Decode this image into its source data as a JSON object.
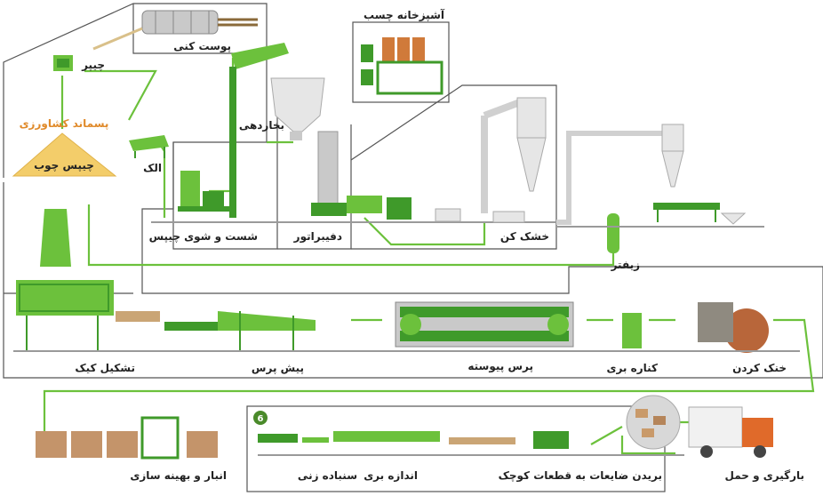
{
  "labels": {
    "debarking": "پوست کنی",
    "chipper": "چیپر",
    "agri_residue": "پسماند کشاورزی",
    "wood_chips": "چیپس چوب",
    "sieve": "الک",
    "steaming": "بخاردهی",
    "glue_kitchen": "آشپزخانه چسب",
    "chip_washing": "شست و شوی چیپس",
    "defibrator": "دفیبراتور",
    "dryer": "خشک کن",
    "zifter": "زیفتر",
    "cake_forming": "تشکیل کیک",
    "pre_press": "پیش پرس",
    "continuous_press": "پرس پیوسته",
    "edge_trimming": "کناره بری",
    "cooling": "خنک کردن",
    "storage": "انبار و بهینه سازی",
    "sanding": "سنباده زنی",
    "sizing": "اندازه بری",
    "waste_cutting": "بریدن ضایعات به قطعات کوچک",
    "loading": "بارگیری و حمل",
    "step_badge": "6"
  },
  "colors": {
    "flow": "#6cc13c",
    "machine_dark": "#3f9a2a",
    "machine_light": "#a8df6e",
    "label_accent": "#e08a2a",
    "frame": "#555555"
  }
}
